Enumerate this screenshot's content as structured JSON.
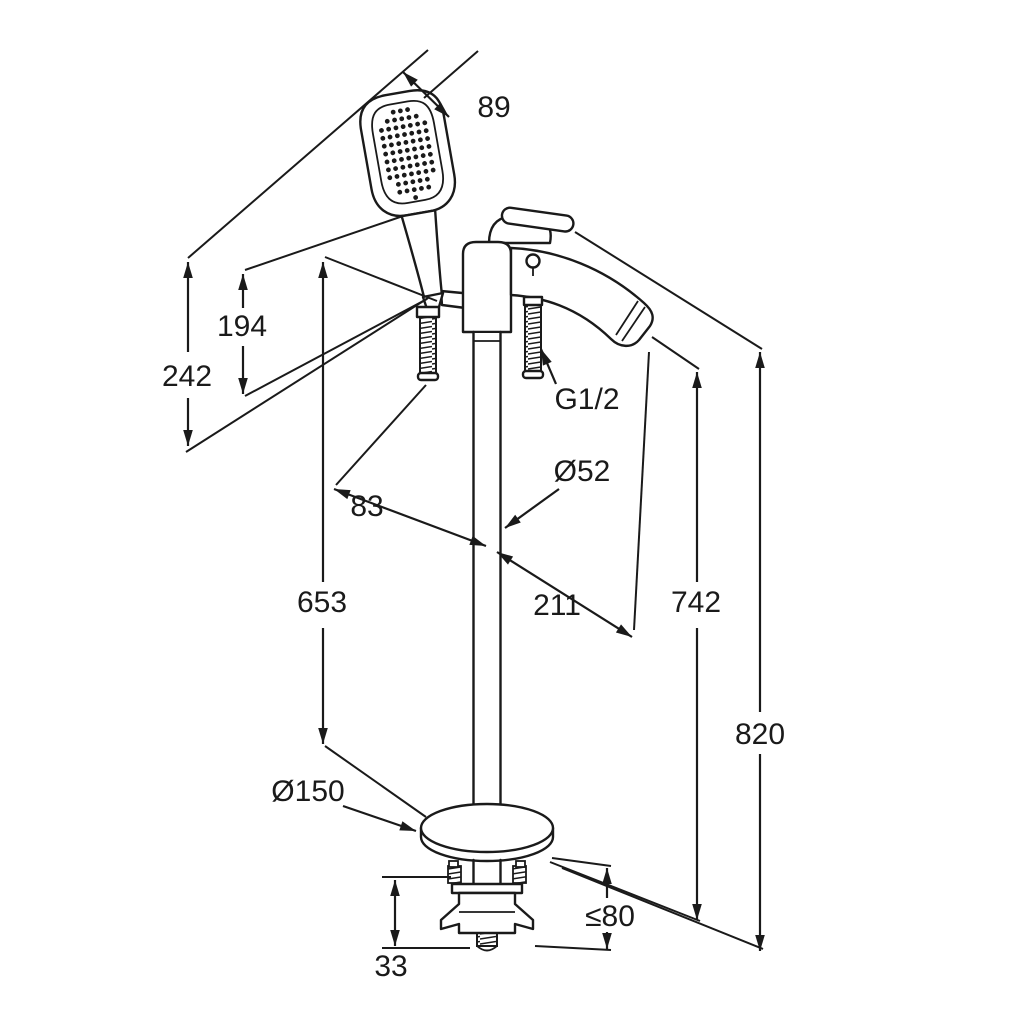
{
  "drawing": {
    "background": "#ffffff",
    "ink_color": "#1a1a1a"
  },
  "dimensions": {
    "head_width": "89",
    "hand_shower_length": "242",
    "handle_length": "194",
    "connection_thread": "G1/2",
    "column_diameter": "Ø52",
    "axis_offset": "83",
    "holder_height": "653",
    "spout_reach": "211",
    "spout_height": "742",
    "total_height": "820",
    "base_plate_diameter": "Ø150",
    "max_mounting_depth": "≤80",
    "flange_height": "33"
  }
}
